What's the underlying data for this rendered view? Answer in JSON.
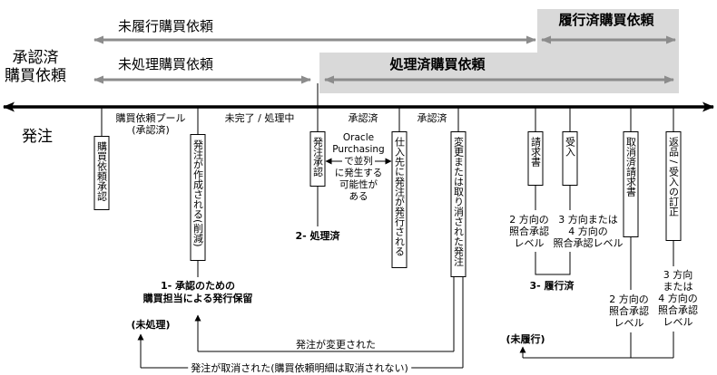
{
  "regions": {
    "unfulfilled": "未履行購買依頼",
    "fulfilled": "履行済購買依頼",
    "approved_requisitions": [
      "承認済",
      "購買依頼"
    ],
    "unprocessed": "未処理購買依頼",
    "processed": "処理済購買依頼"
  },
  "timeline": {
    "label": "発注"
  },
  "phases": {
    "pool": [
      "購買依頼プール",
      "(承認済)"
    ],
    "in_progress": "未完了 / 処理中",
    "approved_a": "承認済",
    "approved_b": "承認済"
  },
  "events": {
    "requisition_approval": "購買依頼承認",
    "po_created": "発注が作成される(削減)",
    "po_approval": "発注承認",
    "po_sent_to_supplier": "仕入先に発注が発行される",
    "po_changed_or_cancelled": "変更または取り消された発注",
    "invoice": "請求書",
    "receipt": "受入",
    "cancelled_invoice": "取消済請求書",
    "return_or_correction": "返品 / 受入の訂正"
  },
  "notes": {
    "parallel": [
      "Oracle",
      "Purchasing",
      "で並列",
      "に発生する",
      "可能性が",
      "ある"
    ],
    "invoice_match": [
      "2 方向の",
      "照合承認",
      "レベル"
    ],
    "receipt_match": [
      "3 方向または",
      "4 方向の",
      "照合承認レベル"
    ],
    "cancelled_invoice_match": [
      "2 方向の",
      "照合承認",
      "レベル"
    ],
    "return_match": [
      "3 方向",
      "または",
      "4 方向の",
      "照合承認",
      "レベル"
    ]
  },
  "states": {
    "hold": [
      "1- 承認のための",
      "購買担当による発行保留"
    ],
    "unprocessed": "(未処理)",
    "processed": "2- 処理済",
    "fulfilled": "3- 履行済",
    "unfulfilled": "(未履行)"
  },
  "flows": {
    "po_changed": "発注が変更された",
    "po_cancelled": "発注が取消された(購買依頼明細は取消されない)"
  },
  "colors": {
    "shade": "#d9d9d9",
    "gray_arrow": "#8c8c8c",
    "ink": "#000000"
  }
}
